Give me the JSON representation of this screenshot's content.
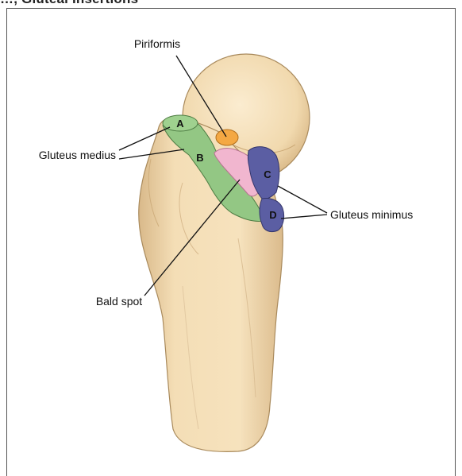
{
  "header": {
    "text": "…, Gluteal Insertions"
  },
  "labels": {
    "piriformis": "Piriformis",
    "gluteus_medius": "Gluteus medius",
    "gluteus_minimus": "Gluteus minimus",
    "bald_spot": "Bald spot"
  },
  "regions": {
    "a": "A",
    "b": "B",
    "c": "C",
    "d": "D"
  },
  "colors": {
    "bone": "#f3ddb4",
    "bone_shadow": "#d9b98a",
    "gluteus_medius": "#93c784",
    "piriformis": "#f4a843",
    "bald_spot": "#f1b6cf",
    "gluteus_minimus": "#5b5ea3"
  }
}
